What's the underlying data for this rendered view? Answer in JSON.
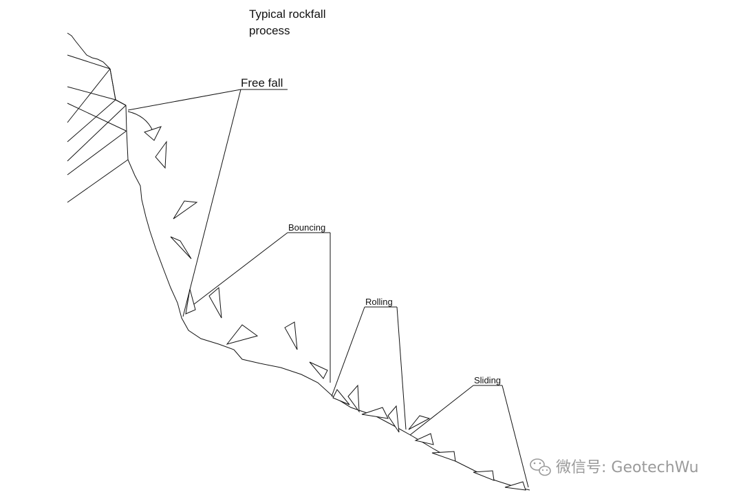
{
  "title_line1": "Typical rockfall",
  "title_line2": "process",
  "labels": {
    "free_fall": "Free fall",
    "bouncing": "Bouncing",
    "rolling": "Rolling",
    "sliding": "Sliding"
  },
  "watermark": {
    "icon": "wechat-icon",
    "text": "微信号: GeotechWu"
  }
}
